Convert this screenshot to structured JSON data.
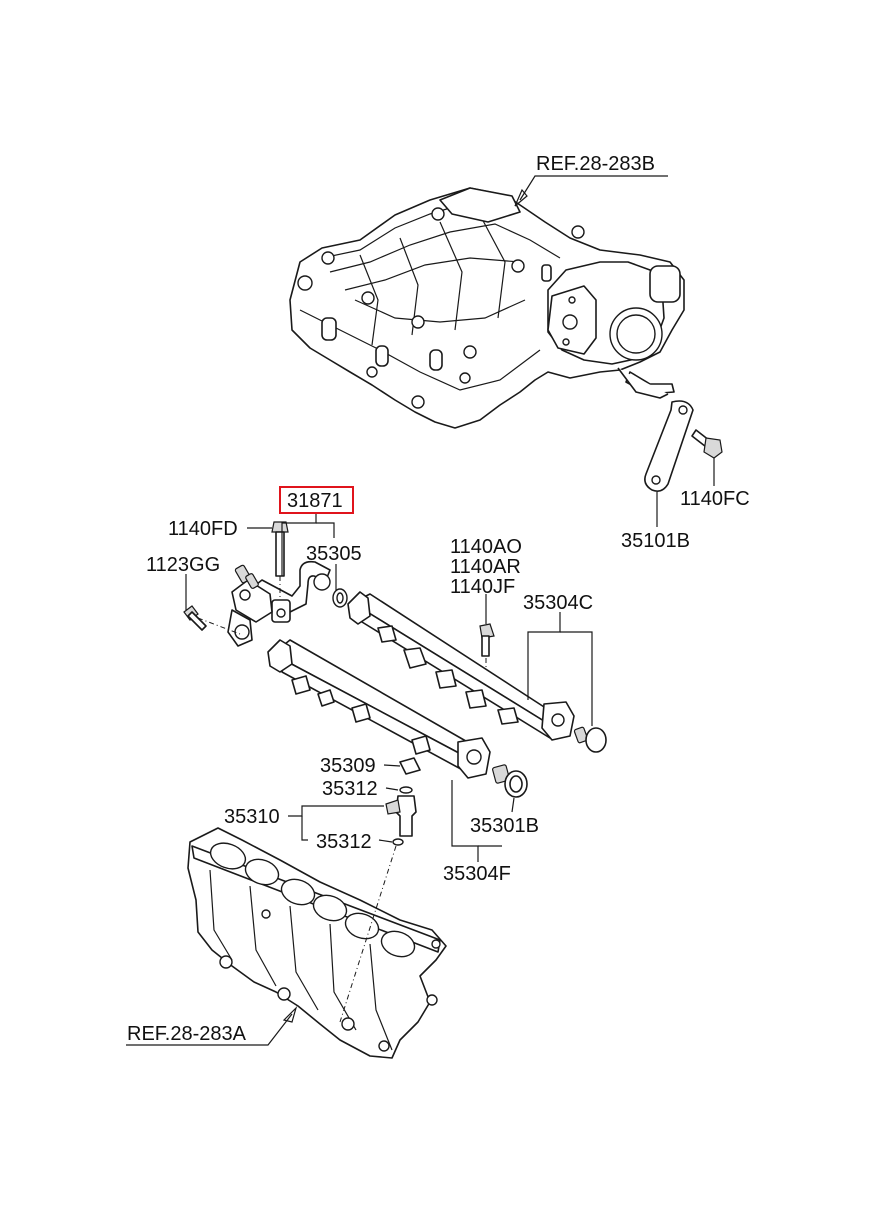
{
  "diagram": {
    "highlight_color": "#e0141c",
    "labels": {
      "ref_upper": "REF.28-283B",
      "ref_lower": "REF.28-283A",
      "p31871": "31871",
      "p1140FD": "1140FD",
      "p1123GG": "1123GG",
      "p35305": "35305",
      "p1140AO": "1140AO",
      "p1140AR": "1140AR",
      "p1140JF": "1140JF",
      "p35304C": "35304C",
      "p1140FC": "1140FC",
      "p35101B": "35101B",
      "p35309": "35309",
      "p35312a": "35312",
      "p35310": "35310",
      "p35312b": "35312",
      "p35301B": "35301B",
      "p35304F": "35304F"
    },
    "highlighted_part": "31871"
  }
}
